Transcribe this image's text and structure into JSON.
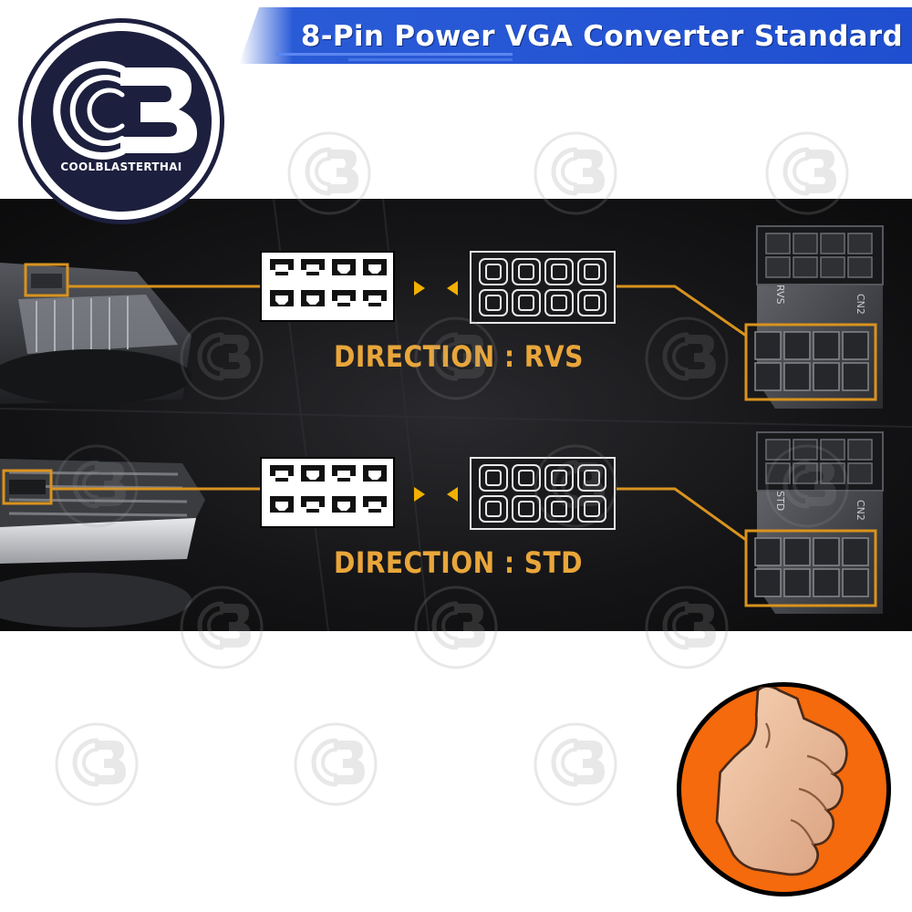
{
  "banner": {
    "title": "8-Pin Power VGA Converter Standard"
  },
  "logo": {
    "brand": "COOLBLASTERTHAI"
  },
  "diagrams": [
    {
      "direction_label": "DIRECTION : RVS",
      "connector_tag": "RVS"
    },
    {
      "direction_label": "DIRECTION : STD",
      "connector_tag": "STD"
    }
  ],
  "colors": {
    "banner_blue": "#2a5bd7",
    "label_gold": "#e9a63a",
    "line_gold": "#d9931e",
    "arrow_yellow": "#f2b000",
    "logo_navy": "#1d1f3e",
    "thumb_orange": "#f46a0c"
  },
  "icons": [
    "coolblaster-logo-icon",
    "watermark-icon",
    "thumbs-up-icon",
    "arrow-right-icon",
    "arrow-left-icon"
  ]
}
